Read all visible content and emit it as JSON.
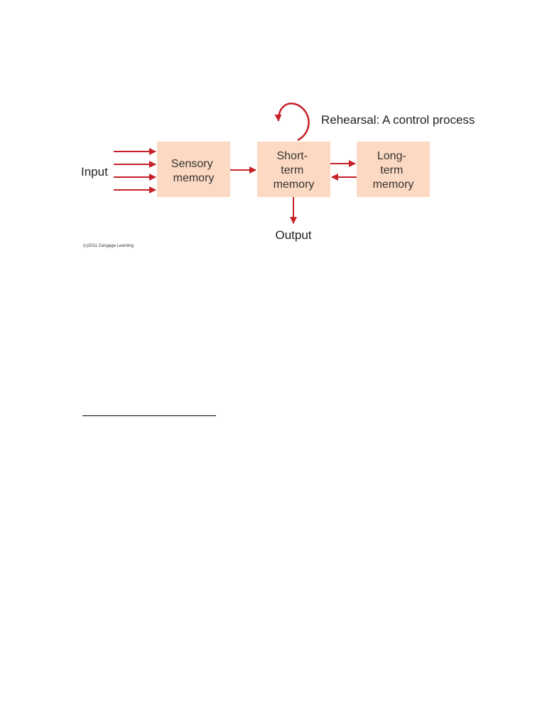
{
  "diagram": {
    "input_label": "Input",
    "output_label": "Output",
    "rehearsal_label": "Rehearsal: A control process",
    "credit": "(c)2011 Cengage Learning",
    "boxes": {
      "sensory": [
        "Sensory",
        "memory"
      ],
      "short_term": [
        "Short-",
        "term",
        "memory"
      ],
      "long_term": [
        "Long-",
        "term",
        "memory"
      ]
    }
  },
  "colors": {
    "box_fill": "#fcd9c2",
    "arrow": "#c62127"
  }
}
